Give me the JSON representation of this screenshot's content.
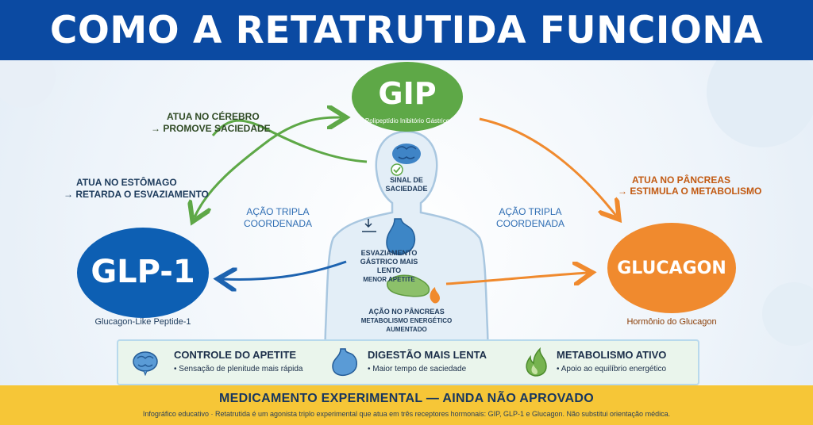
{
  "header": {
    "title": "COMO A RETATRUTIDA FUNCIONA"
  },
  "colors": {
    "blue": "#0b4aa2",
    "green": "#5ea847",
    "orange": "#f08a2e",
    "yellow": "#f6c637",
    "glp1": "#0d5fb3"
  },
  "gip": {
    "title": "GIP",
    "subtitle": "Polipeptídio Inibitório Gástrico"
  },
  "glp1": {
    "title": "GLP-1",
    "caption": "Glucagon-Like Peptide-1"
  },
  "glucagon": {
    "title": "GLUCAGON",
    "caption": "Hormônio do Glucagon"
  },
  "left_labels": {
    "brain_line1": "ATUA NO CÉREBRO",
    "brain_line2": "→ PROMOVE SACIEDADE",
    "stomach_line1": "ATUA NO ESTÔMAGO",
    "stomach_line2": "→ RETARDA O ESVAZIAMENTO"
  },
  "right_labels": {
    "pancreas_line1": "ATUA NO PÂNCREAS",
    "pancreas_line2": "→ ESTIMULA O METABOLISMO"
  },
  "tripla_left": {
    "line1": "AÇÃO TRIPLA",
    "line2": "COORDENADA"
  },
  "tripla_right": {
    "line1": "AÇÃO TRIPLA",
    "line2": "COORDENADA"
  },
  "body": {
    "brain_line1": "SINAL DE",
    "brain_line2": "SACIEDADE",
    "stomach_line1": "ESVAZIAMENTO",
    "stomach_line2": "GÁSTRICO MAIS",
    "stomach_line3": "LENTO",
    "stomach_line4": "MENOR APETITE",
    "pancreas_line1": "AÇÃO NO PÂNCREAS",
    "pancreas_line2": "METABOLISMO ENERGÉTICO",
    "pancreas_line3": "AUMENTADO"
  },
  "panel": [
    {
      "title": "CONTROLE DO APETITE",
      "sub": "• Sensação de plenitude mais rápida",
      "icon": "brain-icon"
    },
    {
      "title": "DIGESTÃO MAIS LENTA",
      "sub": "• Maior tempo de saciedade",
      "icon": "stomach-icon"
    },
    {
      "title": "METABOLISMO ATIVO",
      "sub": "• Apoio ao equilíbrio energético",
      "icon": "flame-icon"
    }
  ],
  "footer": {
    "title": "MEDICAMENTO EXPERIMENTAL — AINDA NÃO APROVADO",
    "subtitle": "Infográfico educativo · Retatrutida é um agonista triplo experimental que atua em três receptores hormonais: GIP, GLP-1 e Glucagon. Não substitui orientação médica."
  }
}
